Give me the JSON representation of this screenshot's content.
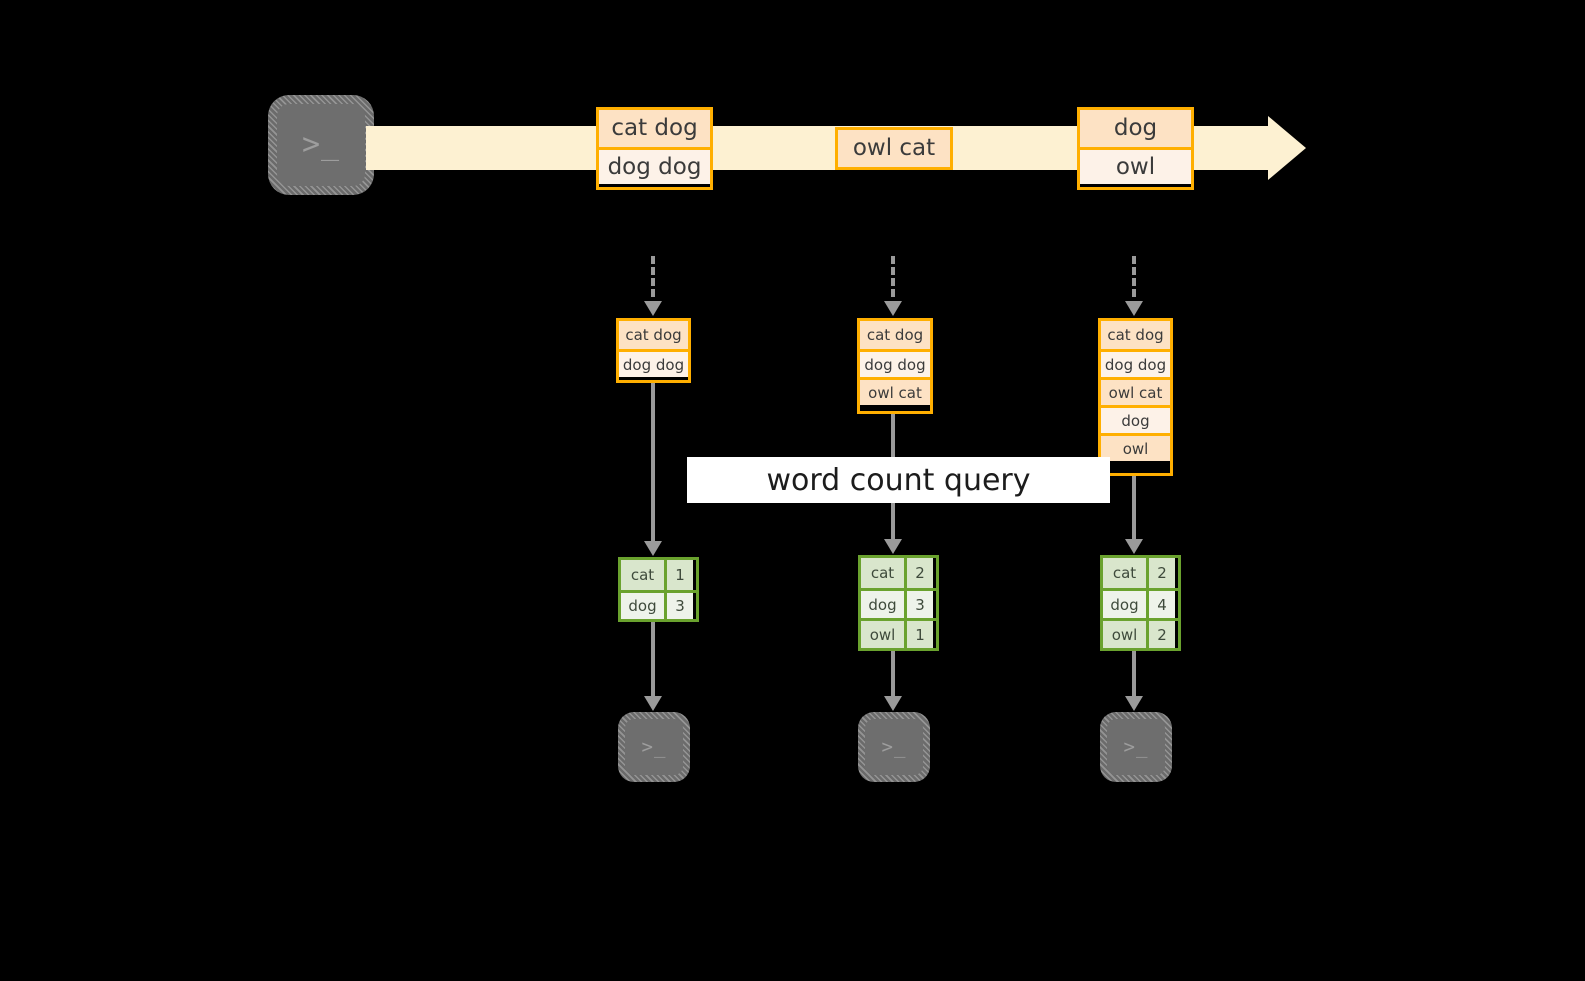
{
  "diagram": {
    "title_label": "word count query",
    "colors": {
      "background": "#000000",
      "stream_band": "#fdf1d2",
      "message_border": "#ffaf00",
      "message_fill_dark": "#fde2c4",
      "message_fill_light": "#fdf2e8",
      "table_border": "#6aa22e",
      "table_fill_dark": "#d9e6cc",
      "table_fill_light": "#eef3ea",
      "connector": "#9a9a9a",
      "terminal": "#6e6e6e",
      "label_band": "#ffffff"
    },
    "source": {
      "icon": "terminal-icon",
      "glyph": ">_"
    },
    "stream": {
      "batches": [
        {
          "id": "batch-1",
          "lines": [
            "cat dog",
            "dog dog"
          ]
        },
        {
          "id": "batch-2",
          "lines": [
            "owl cat"
          ]
        },
        {
          "id": "batch-3",
          "lines": [
            "dog",
            "owl"
          ]
        }
      ]
    },
    "columns": [
      {
        "id": "column-1",
        "input_table": {
          "rows": [
            "cat dog",
            "dog dog"
          ]
        },
        "result_table": {
          "rows": [
            {
              "word": "cat",
              "count": "1"
            },
            {
              "word": "dog",
              "count": "3"
            }
          ]
        },
        "sink": {
          "icon": "terminal-icon",
          "glyph": ">_"
        }
      },
      {
        "id": "column-2",
        "input_table": {
          "rows": [
            "cat dog",
            "dog dog",
            "owl cat"
          ]
        },
        "result_table": {
          "rows": [
            {
              "word": "cat",
              "count": "2"
            },
            {
              "word": "dog",
              "count": "3"
            },
            {
              "word": "owl",
              "count": "1"
            }
          ]
        },
        "sink": {
          "icon": "terminal-icon",
          "glyph": ">_"
        }
      },
      {
        "id": "column-3",
        "input_table": {
          "rows": [
            "cat dog",
            "dog dog",
            "owl cat",
            "dog",
            "owl"
          ]
        },
        "result_table": {
          "rows": [
            {
              "word": "cat",
              "count": "2"
            },
            {
              "word": "dog",
              "count": "4"
            },
            {
              "word": "owl",
              "count": "2"
            }
          ]
        },
        "sink": {
          "icon": "terminal-icon",
          "glyph": ">_"
        }
      }
    ]
  }
}
